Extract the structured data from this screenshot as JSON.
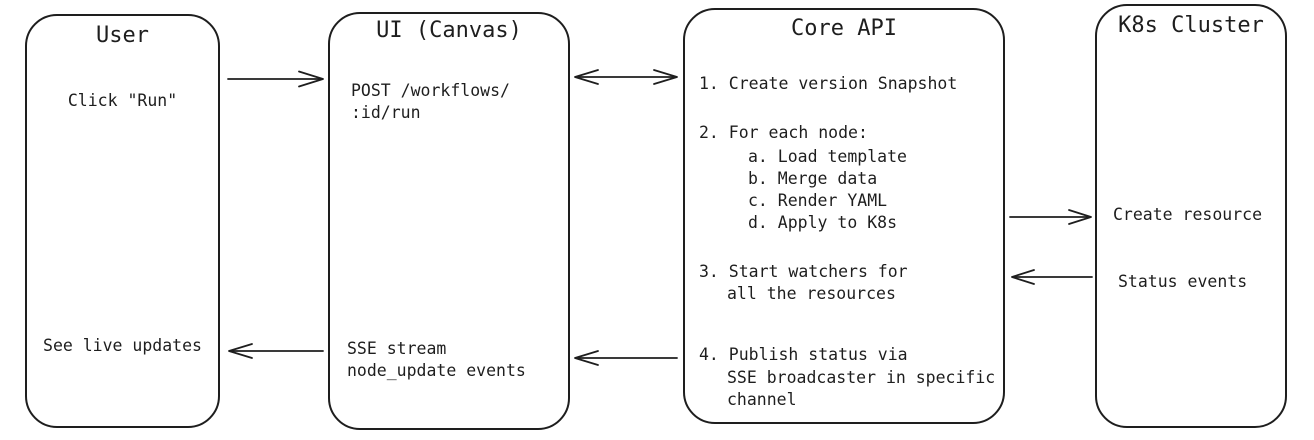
{
  "colors": {
    "stroke": "#1e1e1e",
    "background": "#ffffff"
  },
  "user_box": {
    "title": "User",
    "click_run": "Click \"Run\"",
    "see_live_updates": "See live updates"
  },
  "ui_box": {
    "title": "UI (Canvas)",
    "request": [
      "POST /workflows/",
      ":id/run"
    ],
    "stream": [
      "SSE stream",
      "node_update events"
    ]
  },
  "core_api_box": {
    "title": "Core API",
    "steps": [
      "1. Create version Snapshot",
      "2. For each node:",
      "a. Load template",
      "b. Merge data",
      "c. Render YAML",
      "d. Apply to K8s",
      "3. Start watchers for",
      "all the resources",
      "4. Publish status via",
      "SSE broadcaster in specific",
      "channel"
    ]
  },
  "k8s_box": {
    "title": "K8s Cluster",
    "create_resource": "Create resource",
    "status_events": "Status events"
  },
  "arrows": [
    {
      "from": "user",
      "to": "ui",
      "direction": "right"
    },
    {
      "from": "ui",
      "to": "core-api",
      "direction": "both"
    },
    {
      "from": "core-api",
      "to": "k8s",
      "direction": "right"
    },
    {
      "from": "k8s",
      "to": "core-api",
      "direction": "left"
    },
    {
      "from": "core-api",
      "to": "ui",
      "direction": "left"
    },
    {
      "from": "ui",
      "to": "user",
      "direction": "left"
    }
  ]
}
